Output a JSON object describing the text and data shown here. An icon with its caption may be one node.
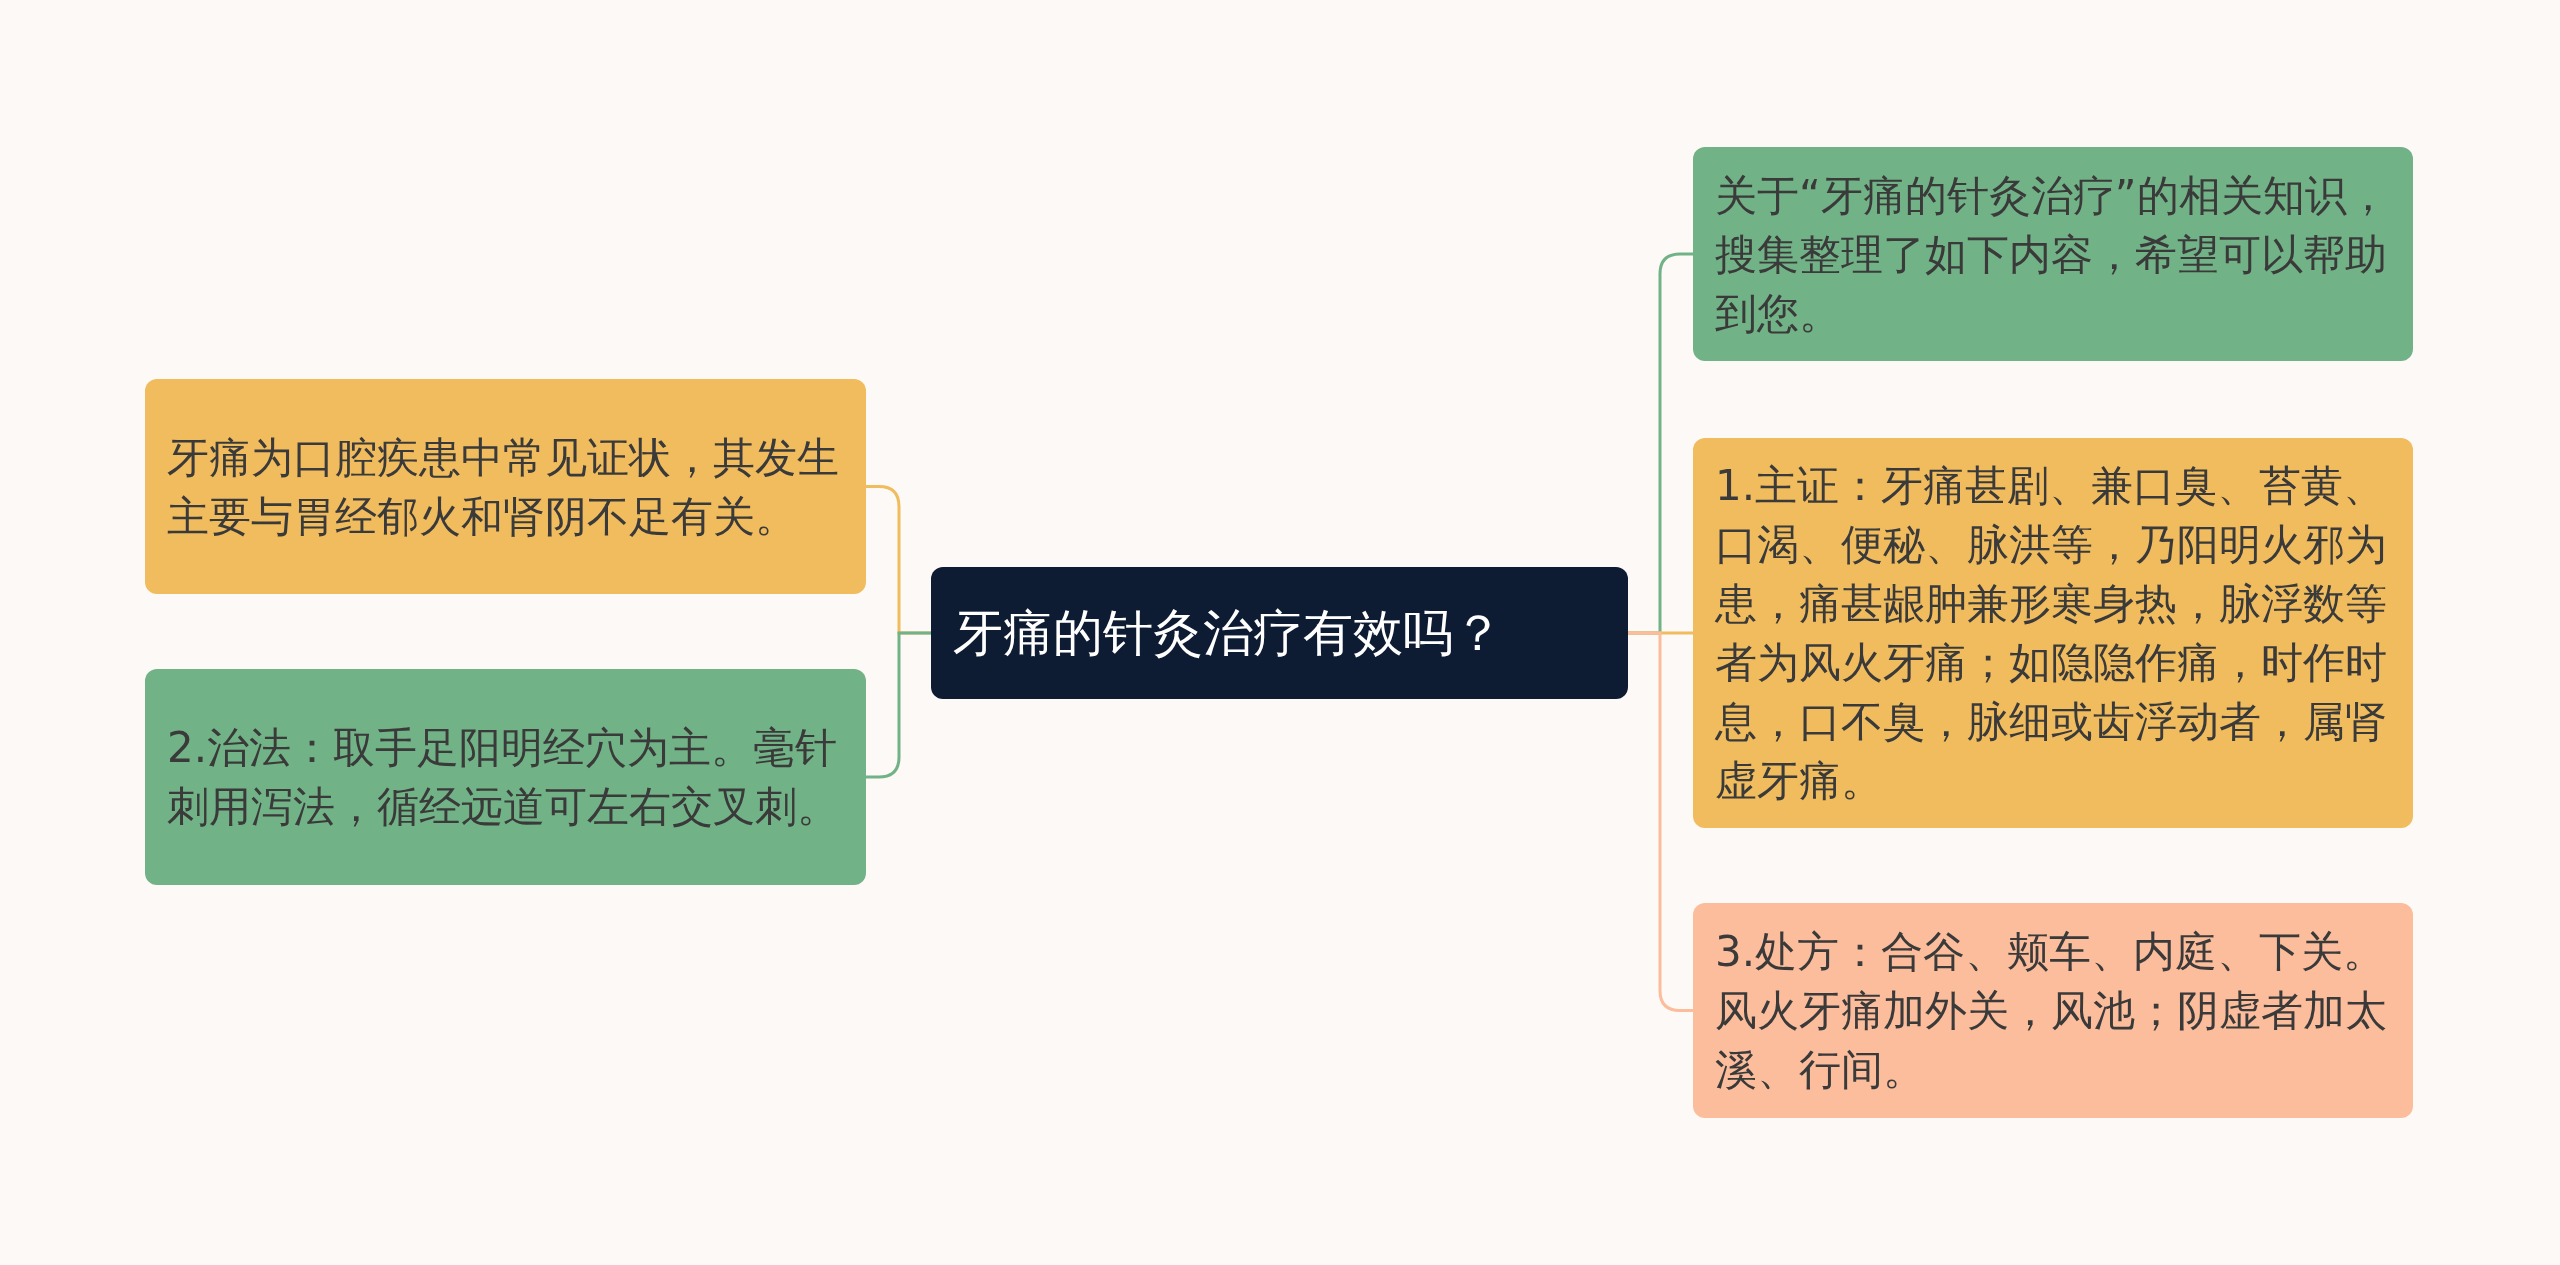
{
  "diagram": {
    "nodes": [
      {
        "text": [
          "牙痛的针灸治疗有效吗？"
        ]
      },
      {
        "text": [
          "牙痛为口腔疾患中常见证状，其发生主要与胃经郁火和肾阴不足有关。"
        ]
      },
      {
        "text": [
          "2.治法：取手足阳明经穴为主。毫针刺用泻法，循经远道可左右交叉刺。"
        ]
      },
      {
        "text": [
          "关于“牙痛的针灸治疗”的相关知识，搜集整理了如下内容，希望可以帮助到您。"
        ]
      },
      {
        "text": [
          "1.主证：牙痛甚剧、兼口臭、苔黄、口渴、便秘、脉洪等，乃阳明火邪为患，痛甚龈肿兼形寒身热，脉浮数等者为风火牙痛；如隐隐作痛，时作时息，口不臭，脉细或齿浮动者，属肾虚牙痛。"
        ]
      },
      {
        "text": [
          "3.处方：合谷、颊车、内庭、下关。风火牙痛加外关，风池；阴虚者加太溪、行间。"
        ]
      }
    ],
    "edges": [
      {
        "from": 0,
        "to": 1,
        "arrow": "none",
        "color": "#f0bc5e"
      },
      {
        "from": 0,
        "to": 2,
        "arrow": "none",
        "color": "#72b287"
      },
      {
        "from": 0,
        "to": 3,
        "arrow": "none",
        "color": "#72b287"
      },
      {
        "from": 0,
        "to": 4,
        "arrow": "none",
        "color": "#f0bc5e"
      },
      {
        "from": 0,
        "to": 5,
        "arrow": "none",
        "color": "#fbbd9b"
      }
    ]
  }
}
